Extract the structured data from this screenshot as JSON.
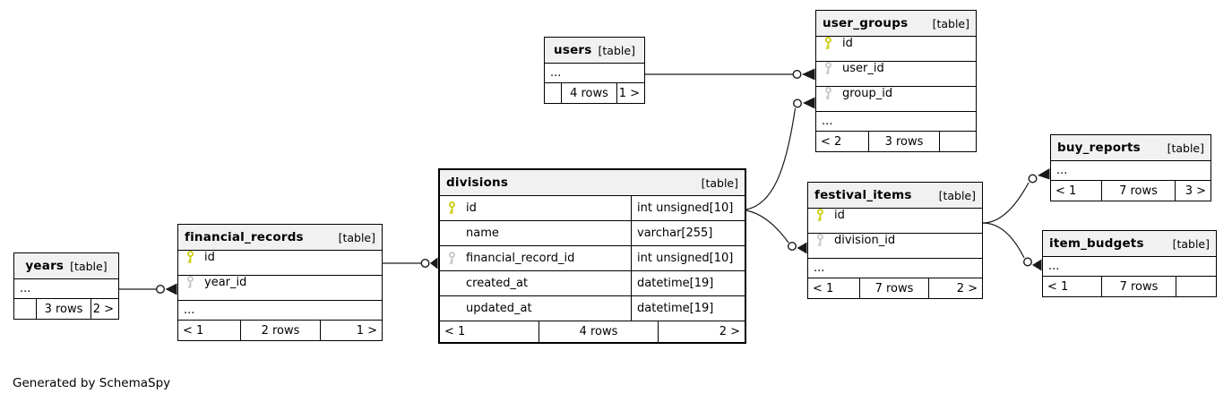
{
  "note": "Generated by SchemaSpy",
  "colors": {
    "primary_key": "#c9c900",
    "foreign_key": "#c4c4c4",
    "header_bg": "#f1f1f1",
    "border": "#000000",
    "line": "#1a1a1a"
  },
  "tables": [
    {
      "name": "users",
      "tag": "[table]",
      "rows": [
        {
          "text": "..."
        }
      ],
      "footer": {
        "left": "",
        "center": "4 rows",
        "right": "1 >"
      }
    },
    {
      "name": "user_groups",
      "tag": "[table]",
      "rows": [
        {
          "key": "primary",
          "name": "id"
        },
        {
          "key": "foreign",
          "name": "user_id"
        },
        {
          "key": "foreign",
          "name": "group_id"
        },
        {
          "text": "..."
        }
      ],
      "footer": {
        "left": "< 2",
        "center": "3 rows",
        "right": ""
      }
    },
    {
      "name": "buy_reports",
      "tag": "[table]",
      "rows": [
        {
          "text": "..."
        }
      ],
      "footer": {
        "left": "< 1",
        "center": "7 rows",
        "right": "3 >"
      }
    },
    {
      "name": "festival_items",
      "tag": "[table]",
      "rows": [
        {
          "key": "primary",
          "name": "id"
        },
        {
          "key": "foreign",
          "name": "division_id"
        },
        {
          "text": "..."
        }
      ],
      "footer": {
        "left": "< 1",
        "center": "7 rows",
        "right": "2 >"
      }
    },
    {
      "name": "item_budgets",
      "tag": "[table]",
      "rows": [
        {
          "text": "..."
        }
      ],
      "footer": {
        "left": "< 1",
        "center": "7 rows",
        "right": ""
      }
    },
    {
      "name": "divisions",
      "tag": "[table]",
      "rows": [
        {
          "key": "primary",
          "name": "id",
          "type": "int unsigned[10]"
        },
        {
          "name": "name",
          "type": "varchar[255]"
        },
        {
          "key": "foreign",
          "name": "financial_record_id",
          "type": "int unsigned[10]"
        },
        {
          "name": "created_at",
          "type": "datetime[19]"
        },
        {
          "name": "updated_at",
          "type": "datetime[19]"
        }
      ],
      "footer": {
        "left": "< 1",
        "center": "4 rows",
        "right": "2 >"
      }
    },
    {
      "name": "financial_records",
      "tag": "[table]",
      "rows": [
        {
          "key": "primary",
          "name": "id"
        },
        {
          "key": "foreign",
          "name": "year_id"
        },
        {
          "text": "..."
        }
      ],
      "footer": {
        "left": "< 1",
        "center": "2 rows",
        "right": "1 >"
      }
    },
    {
      "name": "years",
      "tag": "[table]",
      "rows": [
        {
          "text": "..."
        }
      ],
      "footer": {
        "left": "",
        "center": "3 rows",
        "right": "2 >"
      }
    }
  ],
  "relationships": [
    {
      "fk_table": "user_groups",
      "fk_column": "user_id",
      "ref_table": "users"
    },
    {
      "fk_table": "user_groups",
      "fk_column": "group_id",
      "ref_table": "divisions"
    },
    {
      "fk_table": "festival_items",
      "fk_column": "division_id",
      "ref_table": "divisions"
    },
    {
      "fk_table": "financial_records",
      "fk_column": "year_id",
      "ref_table": "years"
    },
    {
      "fk_table": "divisions",
      "fk_column": "financial_record_id",
      "ref_table": "financial_records"
    },
    {
      "fk_table": "buy_reports",
      "fk_column": "",
      "ref_table": "festival_items"
    },
    {
      "fk_table": "item_budgets",
      "fk_column": "",
      "ref_table": "festival_items"
    }
  ]
}
